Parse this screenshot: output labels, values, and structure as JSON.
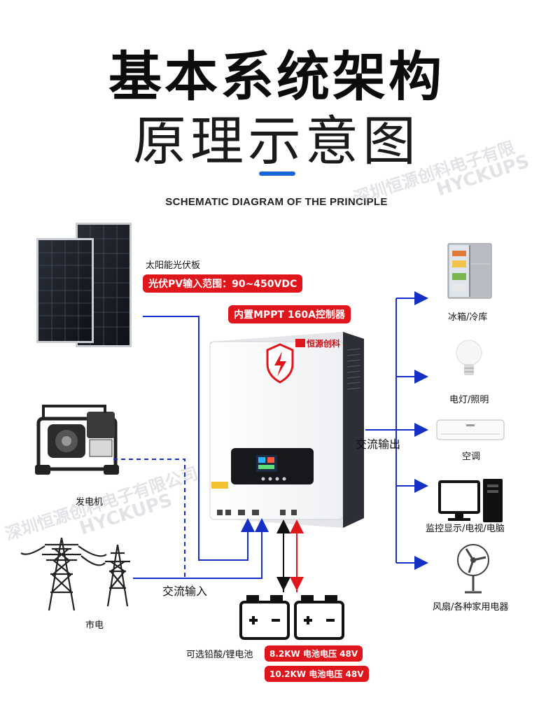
{
  "title_main": "基本系统架构",
  "title_sub": "原理示意图",
  "subtitle_en": "SCHEMATIC DIAGRAM OF THE PRINCIPLE",
  "solar": {
    "label": "太阳能光伏板",
    "pv_range": "光伏PV输入范围：90~450VDC"
  },
  "inverter": {
    "mppt_badge": "内置MPPT 160A控制器",
    "brand_text": "恒源创科"
  },
  "ac_output_label": "交流输出",
  "ac_input_label": "交流输入",
  "generator_label": "发电机",
  "grid_label": "市电",
  "battery": {
    "label": "可选铅酸/锂电池",
    "spec_1": "8.2KW 电池电压 48V",
    "spec_2": "10.2KW 电池电压 48V"
  },
  "loads": [
    {
      "label": "冰箱/冷库",
      "icon": "fridge-icon"
    },
    {
      "label": "电灯/照明",
      "icon": "bulb-icon"
    },
    {
      "label": "空调",
      "icon": "air-conditioner-icon"
    },
    {
      "label": "监控显示/电视/电脑",
      "icon": "computer-icon"
    },
    {
      "label": "风扇/各种家用电器",
      "icon": "fan-icon"
    }
  ],
  "watermarks": {
    "top_cn": "深圳恒源创科电子有限",
    "top_en": "HYCKUPS",
    "mid_cn": "深圳恒源创科电子有限公司",
    "mid_en": "HYCKUPS"
  },
  "colors": {
    "wire_blue": "#1530c4",
    "badge_red": "#e0161d",
    "accent_blue": "#1a63d6"
  }
}
